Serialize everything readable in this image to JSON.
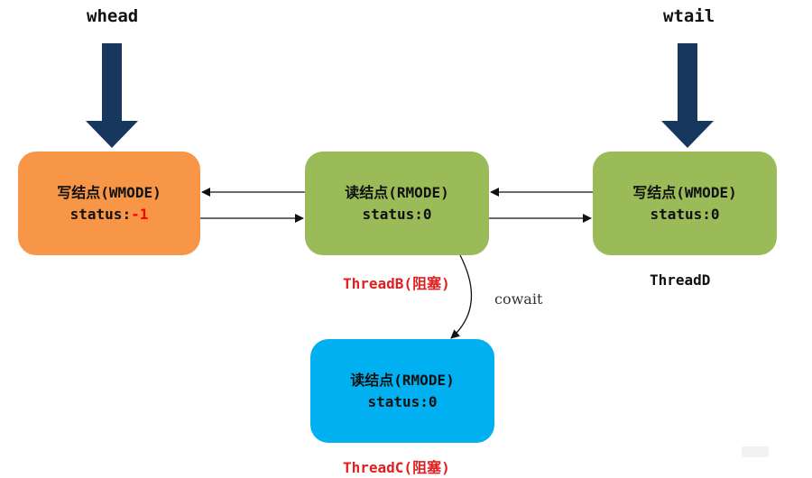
{
  "pointers": {
    "head": "whead",
    "tail": "wtail"
  },
  "nodes": {
    "write_head": {
      "title": "写结点(WMODE)",
      "status_label": "status:",
      "status_value": "-1"
    },
    "read_b": {
      "title": "读结点(RMODE)",
      "status_label": "status:",
      "status_value": "0"
    },
    "write_tail": {
      "title": "写结点(WMODE)",
      "status_label": "status:",
      "status_value": "0"
    },
    "read_c": {
      "title": "读结点(RMODE)",
      "status_label": "status:",
      "status_value": "0"
    }
  },
  "threads": {
    "b": "ThreadB(阻塞)",
    "c": "ThreadC(阻塞)",
    "d": "ThreadD"
  },
  "edge_label": "cowait",
  "colors": {
    "orange_node": "#f79646",
    "green_node": "#9bbb59",
    "blue_node": "#00b0f0",
    "pointer_arrow": "#17375e",
    "blocked_text": "#e02020",
    "negative_value": "#ff0000"
  }
}
